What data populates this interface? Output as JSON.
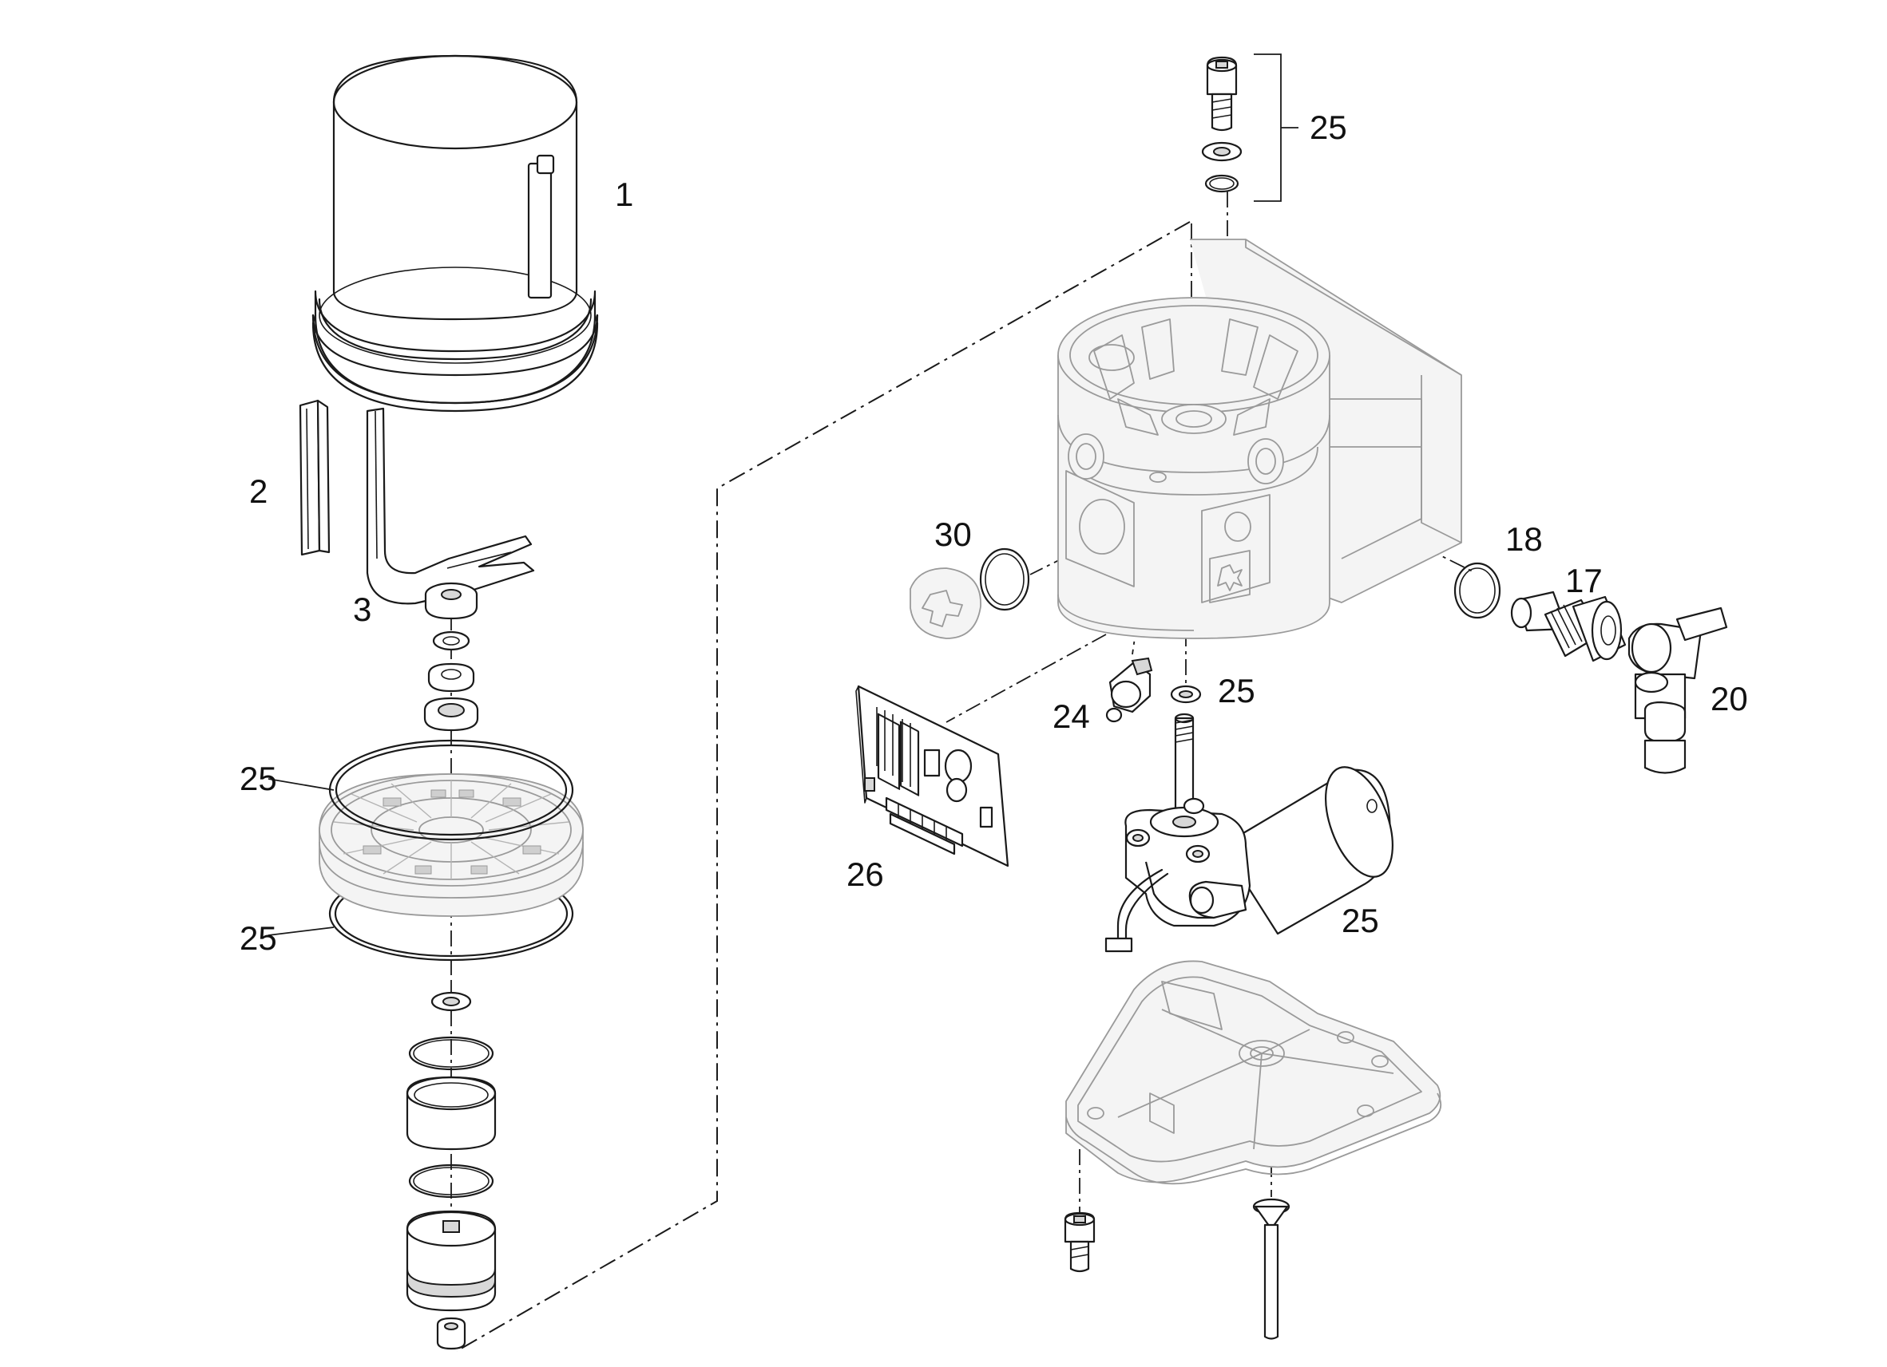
{
  "labels": {
    "l1": "1",
    "l2": "2",
    "l3": "3",
    "l25_left_top": "25",
    "l25_left_bottom": "25",
    "l25_bracket": "25",
    "l30": "30",
    "l18": "18",
    "l17": "17",
    "l20": "20",
    "l24": "24",
    "l25_washer": "25",
    "l26": "26",
    "l25_motor": "25"
  }
}
